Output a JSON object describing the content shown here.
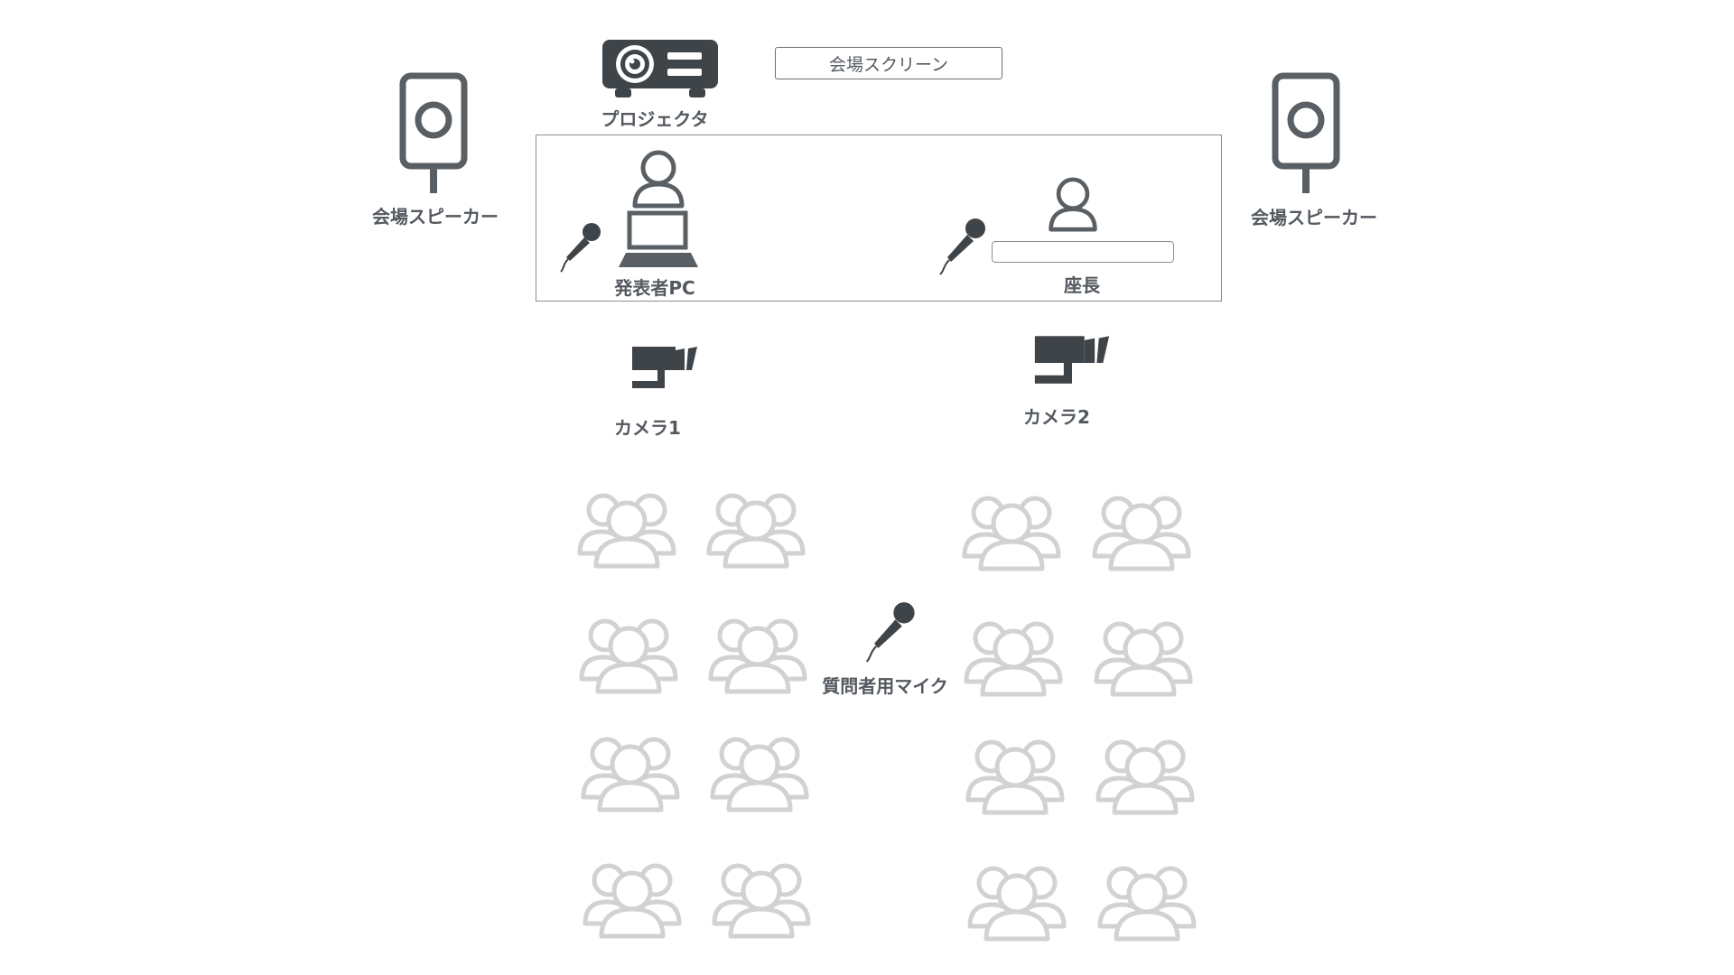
{
  "labels": {
    "projector": "プロジェクタ",
    "screen": "会場スクリーン",
    "speaker_left": "会場スピーカー",
    "speaker_right": "会場スピーカー",
    "presenter_pc": "発表者PC",
    "chair": "座長",
    "camera1": "カメラ1",
    "camera2": "カメラ2",
    "question_mic": "質問者用マイク"
  },
  "colors": {
    "icon_dark": "#3f4449",
    "icon_mid": "#5a5f64",
    "audience": "#d2d2d2",
    "border": "#8a8f94"
  },
  "icons": {
    "projector": "projector-icon",
    "speaker": "speaker-icon",
    "person": "person-icon",
    "laptop": "laptop-icon",
    "microphone": "microphone-icon",
    "camera": "security-camera-icon",
    "audience": "group-icon"
  }
}
